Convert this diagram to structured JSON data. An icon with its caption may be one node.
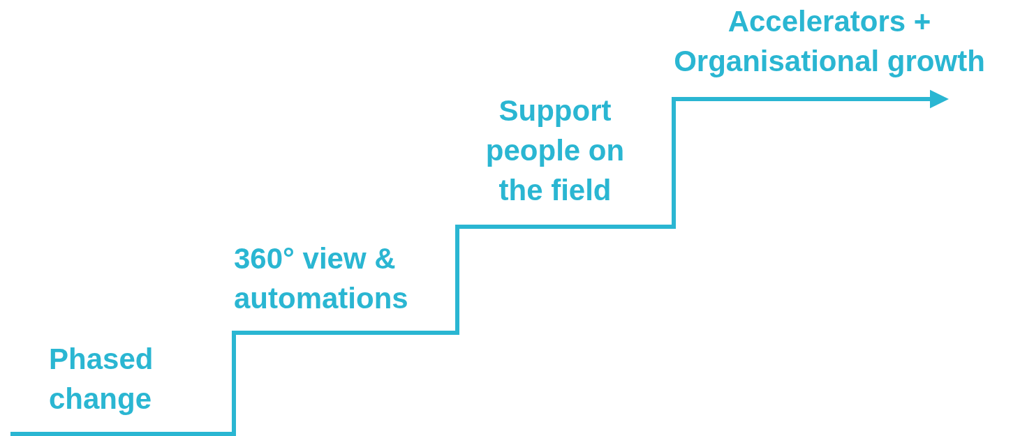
{
  "diagram": {
    "labels": [
      "Phased change",
      "360° view & automations",
      "Support people on the field",
      "Accelerators + Organisational growth"
    ]
  }
}
